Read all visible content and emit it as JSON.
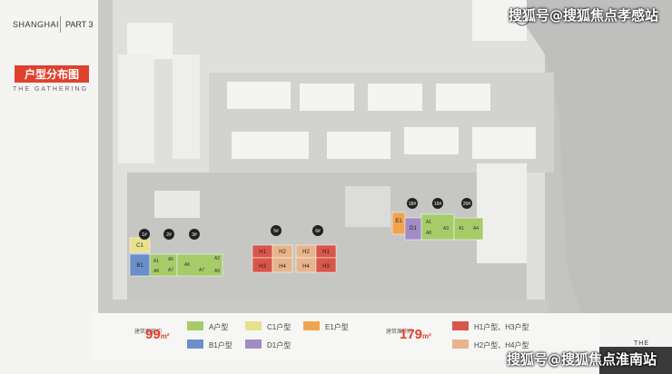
{
  "header": {
    "city": "SHANGHAI",
    "part": "PART 3"
  },
  "section": {
    "title": "户型分布图",
    "subtitle": "THE GATHERING"
  },
  "watermark_top": "搜狐号@搜狐焦点孝感站",
  "watermark_bottom": "搜狐号@搜狐焦点淮南站",
  "map": {
    "buildings": [
      {
        "id": "1a",
        "label": "1#"
      },
      {
        "id": "2a",
        "label": "2#"
      },
      {
        "id": "3a",
        "label": "3#"
      },
      {
        "id": "5a",
        "label": "5#"
      },
      {
        "id": "6a",
        "label": "6#"
      },
      {
        "id": "18a",
        "label": "18#"
      },
      {
        "id": "19a",
        "label": "19#"
      },
      {
        "id": "20a",
        "label": "20#"
      }
    ],
    "units": {
      "b1": {
        "c1": "C1",
        "b1": "B1"
      },
      "b2": [
        "A1",
        "A5",
        "A8",
        "A7"
      ],
      "b3": [
        "A2",
        "A6",
        "A9",
        "A7"
      ],
      "b5": [
        "H1",
        "H2",
        "H3",
        "H4"
      ],
      "b6": [
        "H2",
        "H1",
        "H4",
        "H3"
      ],
      "b18": [
        "E1",
        "D1"
      ],
      "b19": [
        "A1",
        "A8",
        "A3"
      ],
      "b20": [
        "A1",
        "A4"
      ]
    }
  },
  "legend": {
    "left_area": {
      "label": "建筑面积约",
      "value": "99",
      "unit": "m²"
    },
    "right_area": {
      "label": "建筑面积约",
      "value": "179",
      "unit": "m²"
    },
    "items": [
      {
        "name": "A户型",
        "color": "#a6cc6a"
      },
      {
        "name": "C1户型",
        "color": "#e8e08a"
      },
      {
        "name": "E1户型",
        "color": "#f0a44e"
      },
      {
        "name": "B1户型",
        "color": "#6b8fc9"
      },
      {
        "name": "D1户型",
        "color": "#a18cc4"
      },
      {
        "name": "H1户型、H3户型",
        "color": "#d9564a"
      },
      {
        "name": "H2户型、H4户型",
        "color": "#e8b48c"
      }
    ]
  },
  "corner_text": "THE"
}
